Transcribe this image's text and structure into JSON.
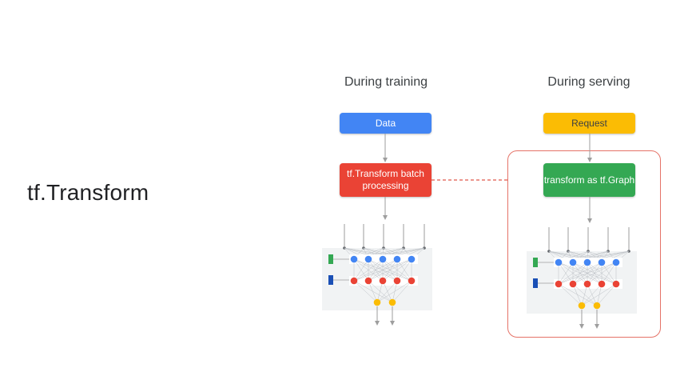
{
  "title": "tf.Transform",
  "training": {
    "heading": "During training",
    "data_label": "Data",
    "process_label": "tf.Transform batch processing"
  },
  "serving": {
    "heading": "During serving",
    "request_label": "Request",
    "process_label": "transform as tf.Graph"
  },
  "colors": {
    "blue": "#4285f4",
    "red": "#ea4335",
    "green": "#34a853",
    "yellow": "#fbbc04",
    "frame": "#e57368"
  }
}
